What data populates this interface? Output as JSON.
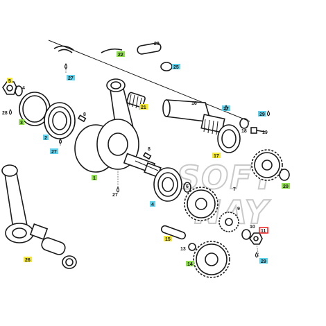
{
  "watermark": [
    "SOFT",
    "NAY"
  ],
  "hl_colors": {
    "green": "#8ee04a",
    "cyan": "#5fd2ee",
    "yellow": "#f4e832",
    "red": "#e82020"
  },
  "callouts": [
    {
      "id": "c22",
      "label": "22",
      "hl": "green"
    },
    {
      "id": "c23",
      "label": "23",
      "hl": "none"
    },
    {
      "id": "c25",
      "label": "25",
      "hl": "cyan"
    },
    {
      "id": "c27a",
      "label": "27",
      "hl": "cyan"
    },
    {
      "id": "c5",
      "label": "5",
      "hl": "yellow"
    },
    {
      "id": "c4",
      "label": "4",
      "hl": "none"
    },
    {
      "id": "c28",
      "label": "28",
      "hl": "none"
    },
    {
      "id": "c3",
      "label": "3",
      "hl": "green"
    },
    {
      "id": "c2",
      "label": "2",
      "hl": "cyan"
    },
    {
      "id": "c27b",
      "label": "27",
      "hl": "cyan"
    },
    {
      "id": "c8a",
      "label": "8",
      "hl": "none"
    },
    {
      "id": "c21",
      "label": "21",
      "hl": "yellow"
    },
    {
      "id": "c16",
      "label": "16",
      "hl": "none"
    },
    {
      "id": "c27c",
      "label": "27",
      "hl": "cyan"
    },
    {
      "id": "c29a",
      "label": "29",
      "hl": "cyan"
    },
    {
      "id": "c18",
      "label": "18",
      "hl": "none"
    },
    {
      "id": "c19",
      "label": "19",
      "hl": "none"
    },
    {
      "id": "c17",
      "label": "17",
      "hl": "yellow"
    },
    {
      "id": "c8b",
      "label": "8",
      "hl": "none"
    },
    {
      "id": "c1",
      "label": "1",
      "hl": "green"
    },
    {
      "id": "c27d",
      "label": "27",
      "hl": "none"
    },
    {
      "id": "c4b",
      "label": "4",
      "hl": "cyan"
    },
    {
      "id": "c6",
      "label": "6",
      "hl": "none"
    },
    {
      "id": "c7",
      "label": "7",
      "hl": "none"
    },
    {
      "id": "c20",
      "label": "20",
      "hl": "green"
    },
    {
      "id": "c9",
      "label": "9",
      "hl": "none"
    },
    {
      "id": "c10",
      "label": "10",
      "hl": "none"
    },
    {
      "id": "c11",
      "label": "11",
      "hl": "red"
    },
    {
      "id": "c15",
      "label": "15",
      "hl": "yellow"
    },
    {
      "id": "c13",
      "label": "13",
      "hl": "none"
    },
    {
      "id": "c14",
      "label": "14",
      "hl": "green"
    },
    {
      "id": "c26",
      "label": "26",
      "hl": "yellow"
    },
    {
      "id": "c29b",
      "label": "29",
      "hl": "cyan"
    }
  ]
}
